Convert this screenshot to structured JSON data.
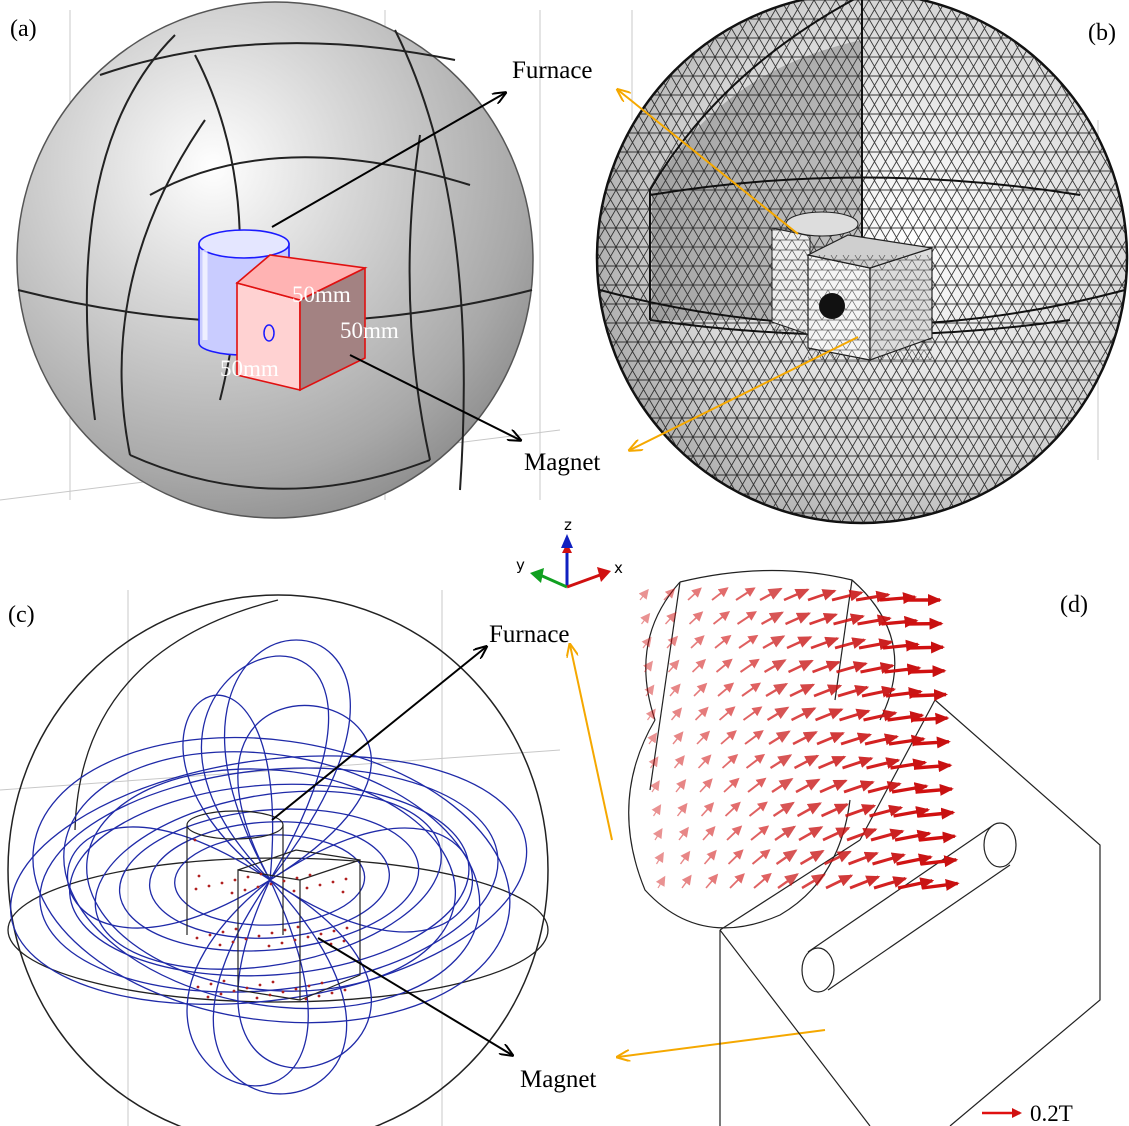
{
  "panels": {
    "a": {
      "tag": "(a)",
      "dim_top": "50mm",
      "dim_right": "50mm",
      "dim_left": "50mm",
      "furnace_label": "Furnace",
      "magnet_label": "Magnet",
      "furnace_color": "#c9ccff",
      "magnet_color": "#ff9a9a"
    },
    "b": {
      "tag": "(b)"
    },
    "c": {
      "tag": "(c)",
      "furnace_label": "Furnace",
      "magnet_label": "Magnet",
      "field_line_color": "#1f2aa8"
    },
    "d": {
      "tag": "(d)",
      "scale_label": "0.2T",
      "arrow_color": "#d01010"
    }
  },
  "axes_triad": {
    "z": "z",
    "y": "y",
    "x": "x"
  },
  "colors": {
    "pointer_black": "#000000",
    "pointer_orange": "#f5a800"
  }
}
